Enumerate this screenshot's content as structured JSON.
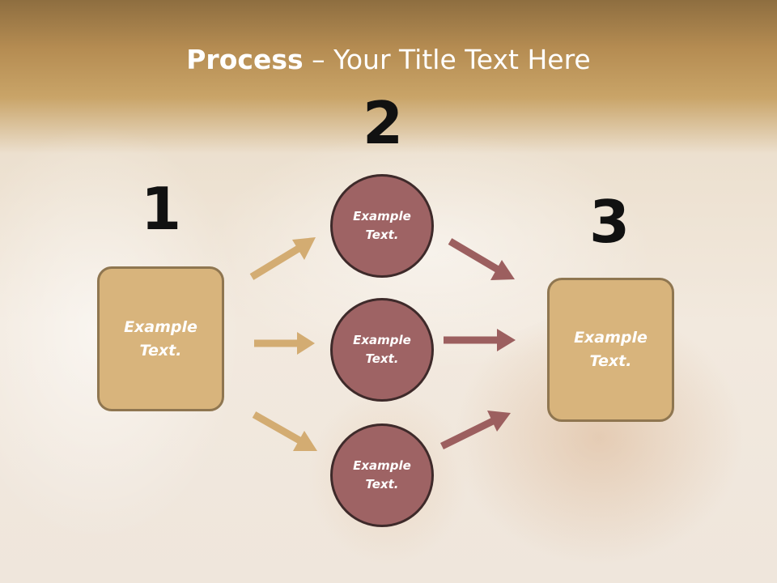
{
  "title": {
    "bold": "Process",
    "rest": " – Your Title Text Here"
  },
  "steps": [
    {
      "number": "1",
      "label": "Example\nText."
    },
    {
      "number": "2",
      "labels": [
        "Example\nText.",
        "Example\nText.",
        "Example\nText."
      ]
    },
    {
      "number": "3",
      "label": "Example\nText."
    }
  ],
  "colors": {
    "box": "#d8b47c",
    "circle": "#9e6364",
    "arrow_left": "#d3ac72",
    "arrow_right": "#9c5f5f",
    "title_bar": "#b58c52"
  }
}
